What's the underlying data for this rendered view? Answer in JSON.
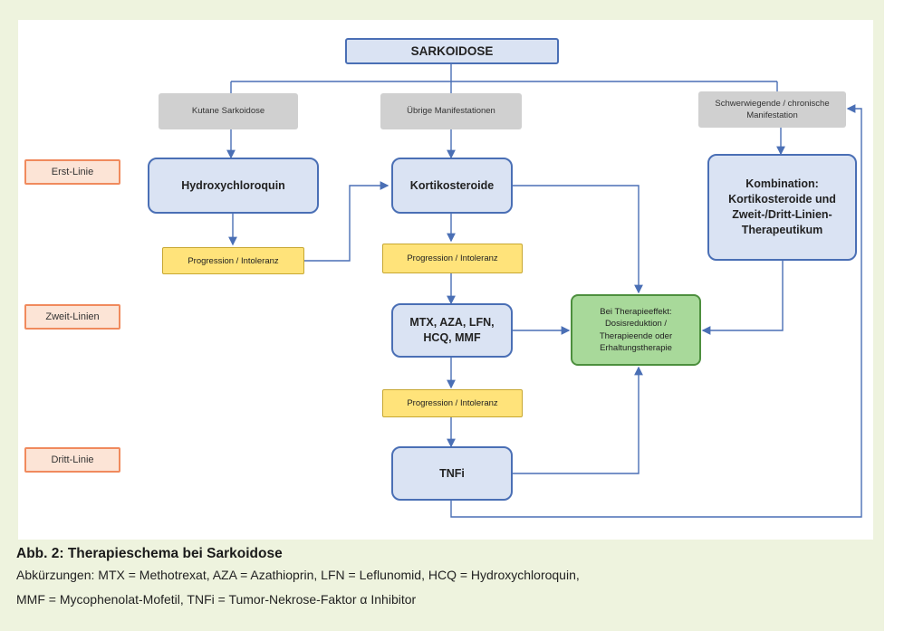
{
  "diagram": {
    "title": "SARKOIDOSE",
    "categories": {
      "kutan": "Kutane Sarkoidose",
      "uebrige": "Übrige Manifestationen",
      "schwer": "Schwerwiegende / chronische Manifestation"
    },
    "lines": {
      "erst": "Erst-Linie",
      "zweit": "Zweit-Linien",
      "dritt": "Dritt-Linie"
    },
    "nodes": {
      "hcq": "Hydroxychloroquin",
      "kortiko": "Kortikosteroide",
      "kombi": "Kombination: Kortikosteroide und Zweit-/Dritt-Linien-Therapeutikum",
      "zweitlinie": "MTX, AZA, LFN, HCQ, MMF",
      "tnfi": "TNFi",
      "effekt": "Bei Therapieeffekt: Dosisreduktion / Therapieende oder Erhaltungstherapie"
    },
    "progression_label": "Progression / Intoleranz"
  },
  "caption": {
    "title": "Abb. 2: Therapieschema bei Sarkoidose",
    "line1": "Abkürzungen: MTX = Methotrexat, AZA = Azathioprin, LFN = Leflunomid, HCQ = Hydroxychloroquin,",
    "line2": "MMF = Mycophenolat-Mofetil, TNFi = Tumor-Nekrose-Faktor α Inhibitor"
  },
  "colors": {
    "frame": "#eef3de",
    "blue_fill": "#dae3f3",
    "blue_border": "#4a6fb5",
    "grey": "#d0d0d0",
    "yellow": "#ffe37a",
    "green": "#a8d99a",
    "orange_border": "#f08a5d",
    "arrow": "#4a6fb5"
  }
}
